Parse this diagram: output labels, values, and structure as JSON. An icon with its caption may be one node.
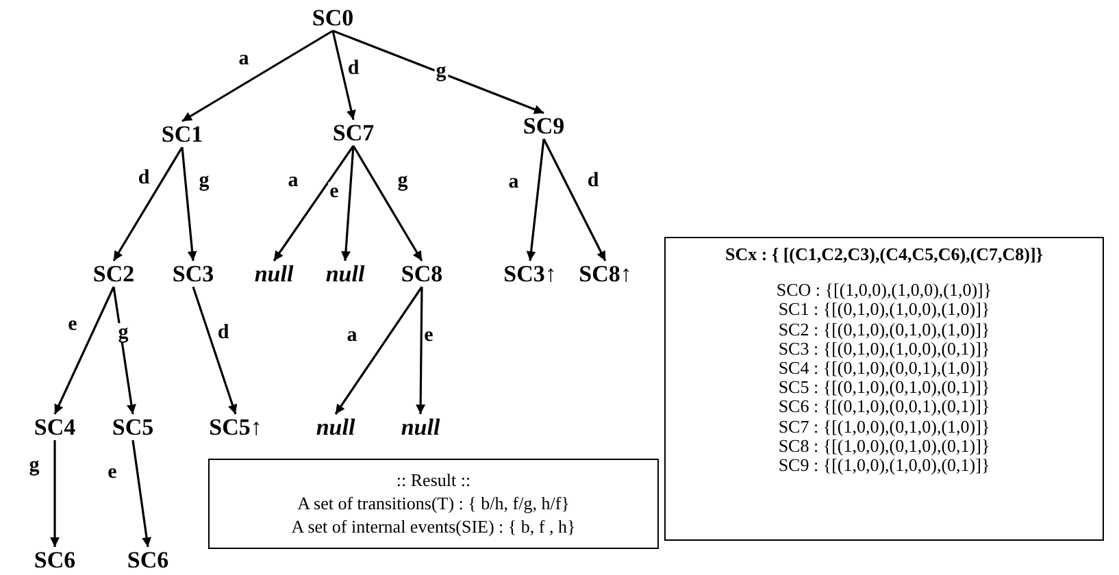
{
  "diagram": {
    "nodes": [
      {
        "text": [
          "SC0"
        ]
      },
      {
        "text": [
          "SC1"
        ]
      },
      {
        "text": [
          "SC7"
        ]
      },
      {
        "text": [
          "SC9"
        ]
      },
      {
        "text": [
          "SC2"
        ]
      },
      {
        "text": [
          "SC3"
        ]
      },
      {
        "text": [
          "null"
        ]
      },
      {
        "text": [
          "null"
        ]
      },
      {
        "text": [
          "SC8"
        ]
      },
      {
        "text": [
          "SC3↑"
        ]
      },
      {
        "text": [
          "SC8↑"
        ]
      },
      {
        "text": [
          "SC4"
        ]
      },
      {
        "text": [
          "SC5"
        ]
      },
      {
        "text": [
          "SC5↑"
        ]
      },
      {
        "text": [
          "null"
        ]
      },
      {
        "text": [
          "null"
        ]
      },
      {
        "text": [
          "SC6"
        ]
      },
      {
        "text": [
          "SC6"
        ]
      },
      {
        "text": [
          ":: Result ::",
          "A set of transitions(T) : { b/h, f/g, h/f}",
          "A set of internal events(SIE) : { b, f , h}"
        ]
      },
      {
        "text": [
          "SCx : { [(C1,C2,C3),(C4,C5,C6),(C7,C8)]}",
          "SCO : {[(1,0,0),(1,0,0),(1,0)]}",
          "SC1 : {[(0,1,0),(1,0,0),(1,0)]}",
          "SC2 : {[(0,1,0),(0,1,0),(1,0)]}",
          "SC3 : {[(0,1,0),(1,0,0),(0,1)]}",
          "SC4 : {[(0,1,0),(0,0,1),(1,0)]}",
          "SC5 : {[(0,1,0),(0,1,0),(0,1)]}",
          "SC6 : {[(0,1,0),(0,0,1),(0,1)]}",
          "SC7 : {[(1,0,0),(0,1,0),(1,0)]}",
          "SC8 : {[(1,0,0),(0,1,0),(0,1)]}",
          "SC9 : {[(1,0,0),(1,0,0),(0,1)]}"
        ]
      }
    ],
    "edges": [
      {
        "from": 0,
        "to": 1,
        "arrow": "to",
        "label": "a"
      },
      {
        "from": 0,
        "to": 2,
        "arrow": "to",
        "label": "d"
      },
      {
        "from": 0,
        "to": 3,
        "arrow": "to",
        "label": "g"
      },
      {
        "from": 1,
        "to": 4,
        "arrow": "to",
        "label": "d"
      },
      {
        "from": 1,
        "to": 5,
        "arrow": "to",
        "label": "g"
      },
      {
        "from": 2,
        "to": 6,
        "arrow": "to",
        "label": "a"
      },
      {
        "from": 2,
        "to": 7,
        "arrow": "to",
        "label": "e"
      },
      {
        "from": 2,
        "to": 8,
        "arrow": "to",
        "label": "g"
      },
      {
        "from": 3,
        "to": 9,
        "arrow": "to",
        "label": "a"
      },
      {
        "from": 3,
        "to": 10,
        "arrow": "to",
        "label": "d"
      },
      {
        "from": 4,
        "to": 11,
        "arrow": "to",
        "label": "e"
      },
      {
        "from": 4,
        "to": 12,
        "arrow": "to",
        "label": "g"
      },
      {
        "from": 5,
        "to": 13,
        "arrow": "to",
        "label": "d"
      },
      {
        "from": 8,
        "to": 14,
        "arrow": "to",
        "label": "a"
      },
      {
        "from": 8,
        "to": 15,
        "arrow": "to",
        "label": "e"
      },
      {
        "from": 11,
        "to": 16,
        "arrow": "to",
        "label": "g"
      },
      {
        "from": 12,
        "to": 17,
        "arrow": "to",
        "label": "e"
      }
    ]
  }
}
